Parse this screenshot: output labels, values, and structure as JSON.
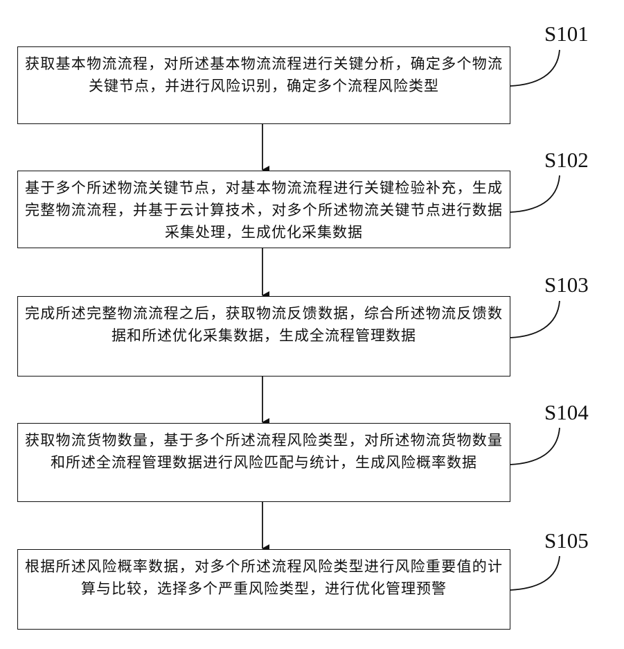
{
  "steps": [
    {
      "id": "S101",
      "text": "获取基本物流流程，对所述基本物流流程进行关键分析，确定多个物流关键节点，并进行风险识别，确定多个流程风险类型"
    },
    {
      "id": "S102",
      "text": "基于多个所述物流关键节点，对基本物流流程进行关键检验补充，生成完整物流流程，并基于云计算技术，对多个所述物流关键节点进行数据采集处理，生成优化采集数据"
    },
    {
      "id": "S103",
      "text": "完成所述完整物流流程之后，获取物流反馈数据，综合所述物流反馈数据和所述优化采集数据，生成全流程管理数据"
    },
    {
      "id": "S104",
      "text": "获取物流货物数量，基于多个所述流程风险类型，对所述物流货物数量和所述全流程管理数据进行风险匹配与统计，生成风险概率数据"
    },
    {
      "id": "S105",
      "text": "根据所述风险概率数据，对多个所述流程风险类型进行风险重要值的计算与比较，选择多个严重风险类型，进行优化管理预警"
    }
  ]
}
